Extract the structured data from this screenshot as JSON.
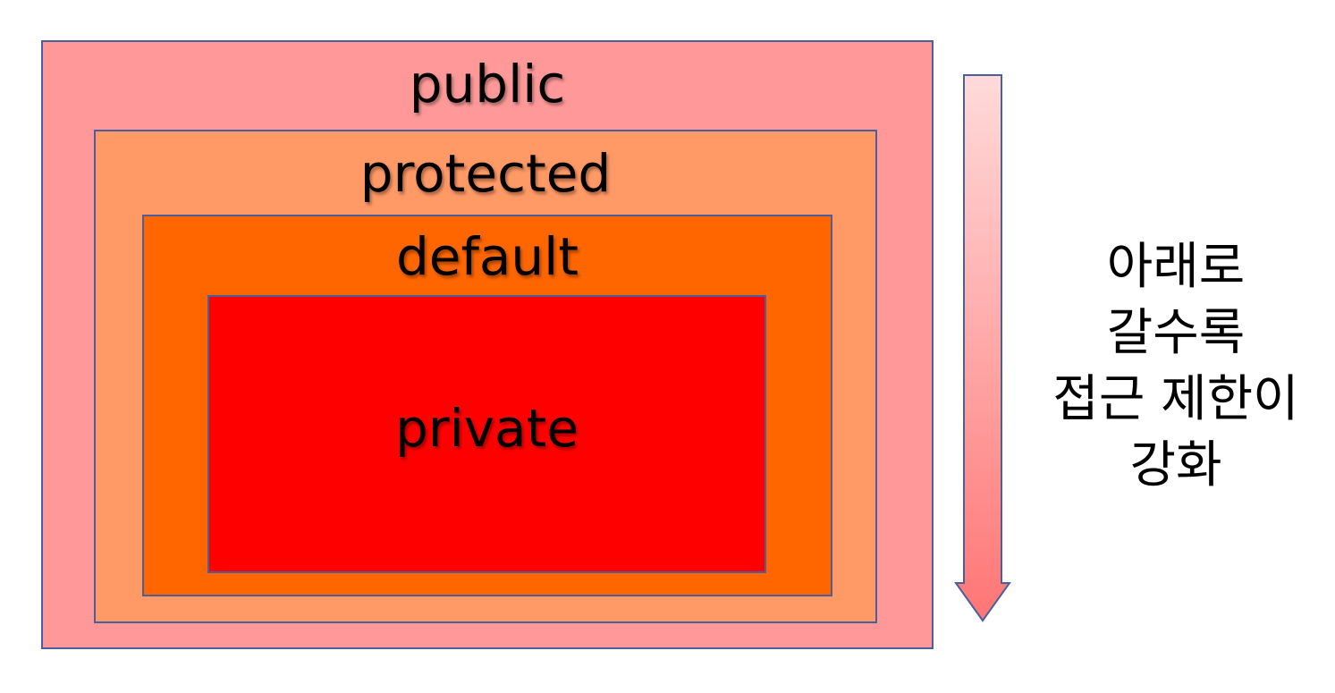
{
  "boxes": {
    "public": {
      "label": "public",
      "color": "#ff9999"
    },
    "protected": {
      "label": "protected",
      "color": "#ff9966"
    },
    "default": {
      "label": "default",
      "color": "#ff6600"
    },
    "private": {
      "label": "private",
      "color": "#ff0000"
    }
  },
  "border_color": "#4a5f9c",
  "arrow": {
    "direction": "down",
    "gradient_top": "#ffdada",
    "gradient_bottom": "#ff7575"
  },
  "side_text": {
    "lines": [
      "아래로",
      "갈수록",
      "접근 제한이",
      "강화"
    ]
  }
}
